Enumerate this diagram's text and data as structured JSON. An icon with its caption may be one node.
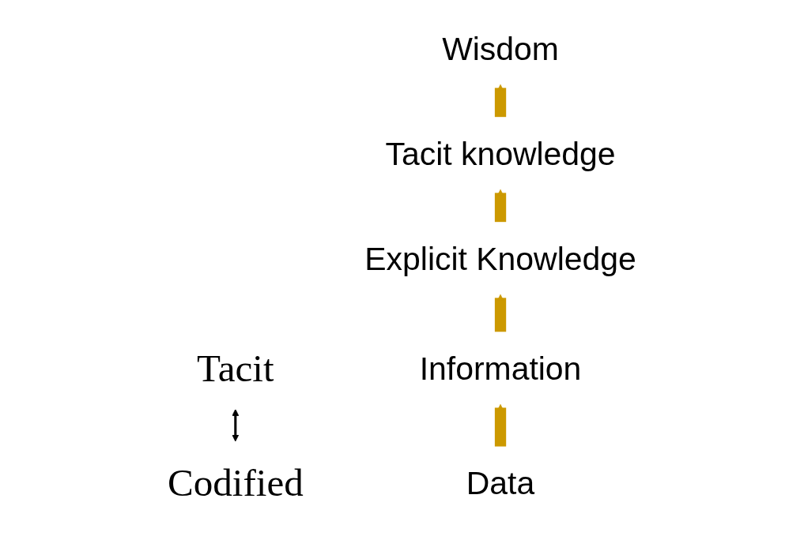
{
  "diagram": {
    "nodes": [
      {
        "text": [
          "Wisdom"
        ]
      },
      {
        "text": [
          "Tacit"
        ]
      },
      {
        "text": [
          "Tacit knowledge"
        ]
      },
      {
        "text": [
          "Explicit Knowledge"
        ]
      },
      {
        "text": [
          "Information"
        ]
      },
      {
        "text": [
          "Data"
        ]
      },
      {
        "text": [
          "Codified"
        ]
      }
    ],
    "edges": [
      {
        "from": 5,
        "to": 4,
        "arrow": "to"
      },
      {
        "from": 4,
        "to": 3,
        "arrow": "to"
      },
      {
        "from": 3,
        "to": 2,
        "arrow": "to"
      },
      {
        "from": 2,
        "to": 0,
        "arrow": "to"
      },
      {
        "from": 6,
        "to": 1,
        "arrow": "both",
        "color": "#000000"
      }
    ]
  }
}
